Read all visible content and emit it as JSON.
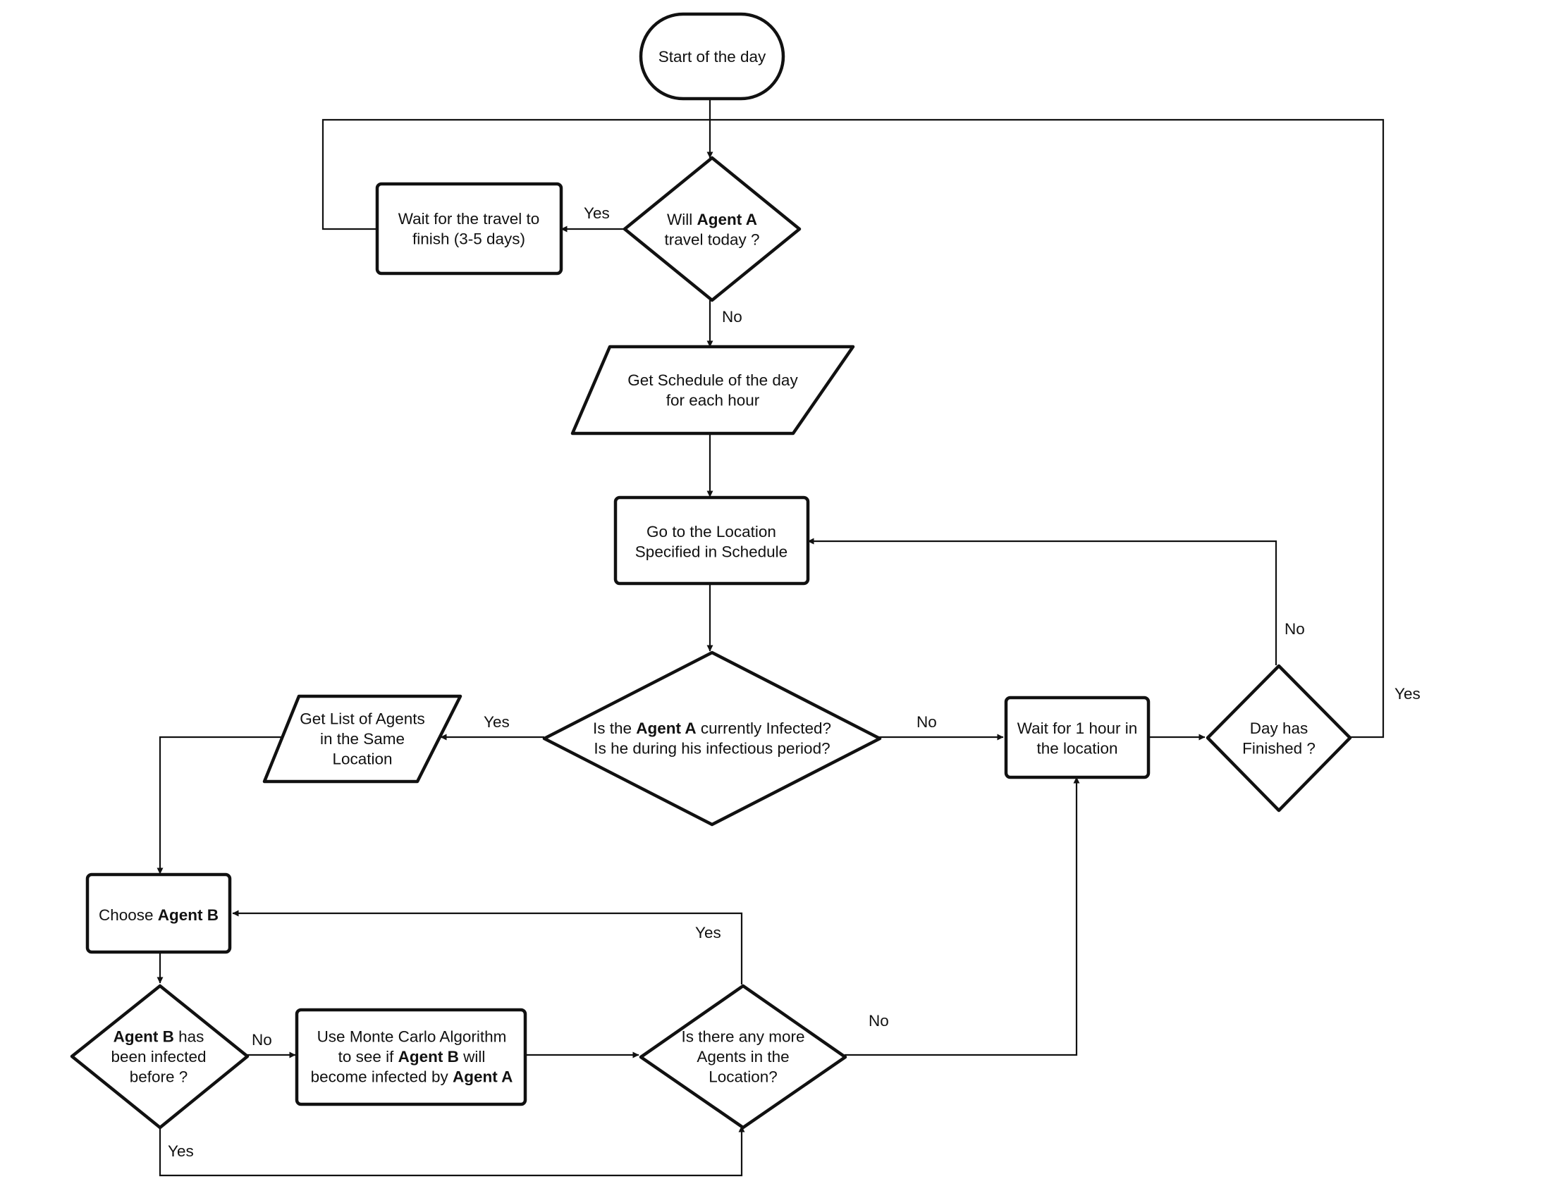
{
  "nodes": {
    "start": {
      "lines": [
        [
          {
            "t": "Start of the day"
          }
        ]
      ]
    },
    "travel_decision": {
      "lines": [
        [
          {
            "t": "Will "
          },
          {
            "t": "Agent A",
            "b": true
          }
        ],
        [
          {
            "t": "travel today ?"
          }
        ]
      ]
    },
    "wait_travel": {
      "lines": [
        [
          {
            "t": "Wait for the travel to"
          }
        ],
        [
          {
            "t": "finish (3-5 days)"
          }
        ]
      ]
    },
    "get_schedule": {
      "lines": [
        [
          {
            "t": "Get Schedule of the day"
          }
        ],
        [
          {
            "t": "for each hour"
          }
        ]
      ]
    },
    "go_location": {
      "lines": [
        [
          {
            "t": "Go to the Location"
          }
        ],
        [
          {
            "t": "Specified in Schedule"
          }
        ]
      ]
    },
    "infected_decision": {
      "lines": [
        [
          {
            "t": "Is the "
          },
          {
            "t": "Agent A",
            "b": true
          },
          {
            "t": " currently Infected?"
          }
        ],
        [
          {
            "t": "Is he during his infectious period?"
          }
        ]
      ]
    },
    "get_agents": {
      "lines": [
        [
          {
            "t": "Get List of Agents"
          }
        ],
        [
          {
            "t": "in the Same"
          }
        ],
        [
          {
            "t": "Location"
          }
        ]
      ]
    },
    "wait_hour": {
      "lines": [
        [
          {
            "t": "Wait for 1 hour in"
          }
        ],
        [
          {
            "t": "the location"
          }
        ]
      ]
    },
    "day_finished": {
      "lines": [
        [
          {
            "t": "Day has"
          }
        ],
        [
          {
            "t": "Finished ?"
          }
        ]
      ]
    },
    "choose_b": {
      "lines": [
        [
          {
            "t": "Choose "
          },
          {
            "t": "Agent B",
            "b": true
          }
        ]
      ]
    },
    "b_infected_decision": {
      "lines": [
        [
          {
            "t": "Agent B",
            "b": true
          },
          {
            "t": " has"
          }
        ],
        [
          {
            "t": "been infected"
          }
        ],
        [
          {
            "t": "before ?"
          }
        ]
      ]
    },
    "monte_carlo": {
      "lines": [
        [
          {
            "t": "Use Monte Carlo Algorithm"
          }
        ],
        [
          {
            "t": "to see if "
          },
          {
            "t": "Agent B",
            "b": true
          },
          {
            "t": " will"
          }
        ],
        [
          {
            "t": "become infected by "
          },
          {
            "t": "Agent A",
            "b": true
          }
        ]
      ]
    },
    "more_agents": {
      "lines": [
        [
          {
            "t": "Is there any more"
          }
        ],
        [
          {
            "t": "Agents in the"
          }
        ],
        [
          {
            "t": "Location?"
          }
        ]
      ]
    }
  },
  "edge_labels": {
    "travel_yes": "Yes",
    "travel_no": "No",
    "infected_yes": "Yes",
    "infected_no": "No",
    "day_no": "No",
    "day_yes": "Yes",
    "more_yes": "Yes",
    "more_no": "No",
    "b_infected_no": "No",
    "b_infected_yes": "Yes"
  }
}
